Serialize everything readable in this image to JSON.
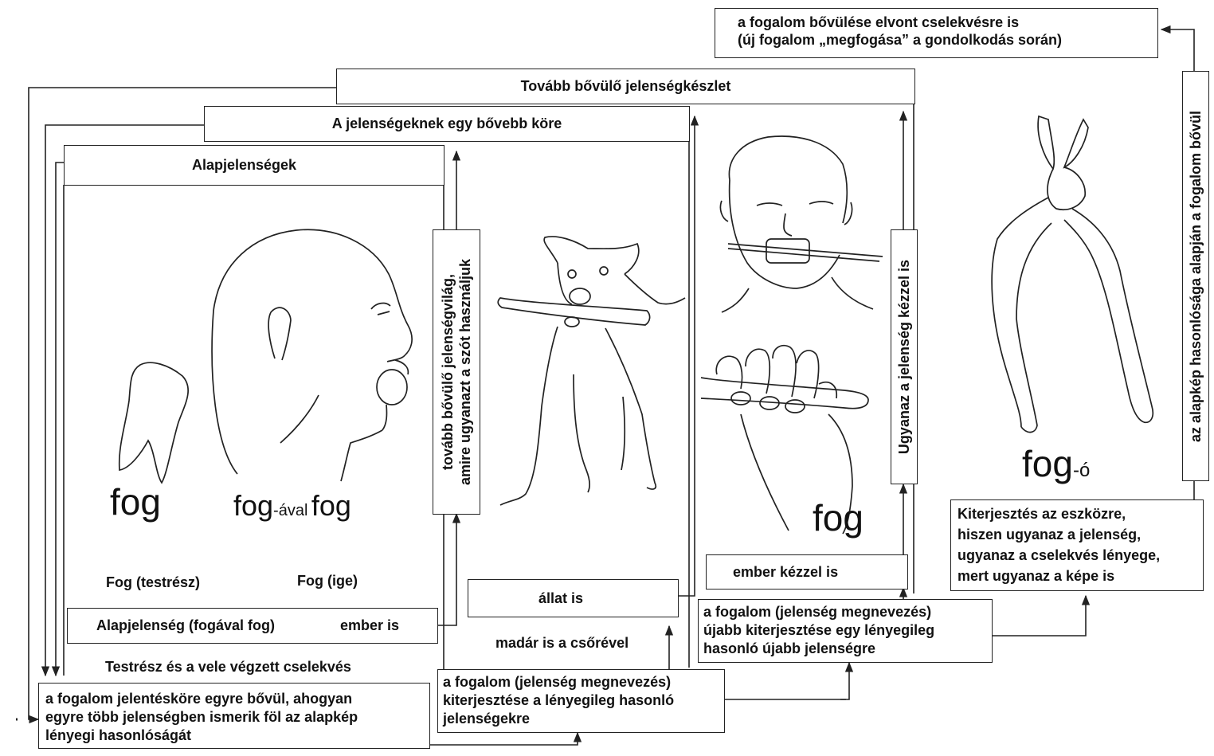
{
  "headers": {
    "abstract": [
      "a fogalom bővülése elvont cselekvésre is",
      "(új fogalom „megfogása” a gondolkodás során)"
    ],
    "further": "Tovább bővülő jelenségkészlet",
    "wider": "A jelenségeknek egy bővebb köre",
    "basic": "Alapjelenségek"
  },
  "words": {
    "fog_noun": "fog",
    "fog_aval": "fog",
    "aval_suffix": "-ával",
    "fog_verb": "fog",
    "fog_hand": "fog",
    "fogo_stem": "fog",
    "fogo_suffix": "-ó"
  },
  "captions": {
    "testresz": "Fog (testrész)",
    "ige": "Fog (ige)",
    "alapjelenseg": "Alapjelenség (fogával fog)",
    "ember_is": "ember is",
    "testresz_cselekves": "Testrész és a vele végzett cselekvés",
    "allat_is": "állat is",
    "madar": "madár is a csőrével",
    "ember_kezzel": "ember kézzel is",
    "kiterjesztes_eszkoz": [
      "Kiterjesztés az eszközre,",
      "hiszen ugyanaz a jelenség,",
      "ugyanaz a cselekvés lényege,",
      "mert ugyanaz a képe is"
    ]
  },
  "vertical": {
    "tovabb_bovulo": [
      "tovább bővülő jelenségvilág,",
      "amire ugyanazt a szót használjuk"
    ],
    "ugyanaz_kezzel": "Ugyanaz a jelenség kézzel is",
    "alapkep_hasonlosag": "az alapkép hasonlósága alapján a fogalom bővül"
  },
  "bottom": {
    "bovul": [
      "a fogalom jelentésköre egyre bővül, ahogyan",
      "egyre több jelenségben ismerik föl az alapkép",
      "lényegi hasonlóságát"
    ],
    "kiterjesztes1": [
      "a fogalom (jelenség megnevezés)",
      "kiterjesztése a lényegileg hasonló",
      "jelenségekre"
    ],
    "kiterjesztes2": [
      "a fogalom (jelenség megnevezés)",
      "újabb kiterjesztése egy lényegileg",
      "hasonló újabb jelenségre"
    ]
  },
  "illustrations": [
    "tooth-drawing",
    "head-biting-ball-drawing",
    "dog-with-stick-drawing",
    "person-biting-stick-drawing",
    "hand-gripping-bar-drawing",
    "pliers-drawing"
  ]
}
